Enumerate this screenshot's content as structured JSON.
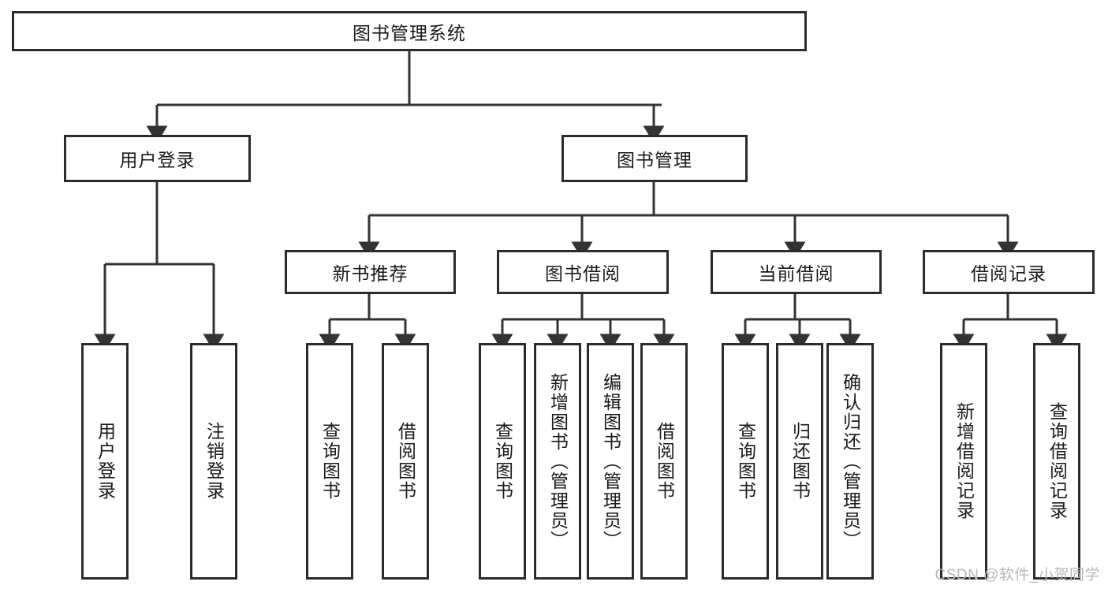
{
  "diagram": {
    "title": "图书管理系统",
    "type": "tree-hierarchy-diagram",
    "colors": {
      "box_border": "#2b2b2b",
      "box_fill": "#ffffff",
      "connector": "#333333",
      "background": "#ffffff",
      "watermark": "#b9b9b9"
    },
    "root": {
      "label": "图书管理系统"
    },
    "level2": [
      {
        "label": "用户登录"
      },
      {
        "label": "图书管理"
      }
    ],
    "level3": [
      {
        "label": "新书推荐"
      },
      {
        "label": "图书借阅"
      },
      {
        "label": "当前借阅"
      },
      {
        "label": "借阅记录"
      }
    ],
    "leaves": {
      "user_login": [
        {
          "label": "用户登录"
        },
        {
          "label": "注销登录"
        }
      ],
      "new_book_recommend": [
        {
          "label": "查询图书"
        },
        {
          "label": "借阅图书"
        }
      ],
      "book_borrow": [
        {
          "label": "查询图书"
        },
        {
          "label": "新增图书（管理员）"
        },
        {
          "label": "编辑图书（管理员）"
        },
        {
          "label": "借阅图书"
        }
      ],
      "current_borrow": [
        {
          "label": "查询图书"
        },
        {
          "label": "归还图书"
        },
        {
          "label": "确认归还（管理员）"
        }
      ],
      "borrow_record": [
        {
          "label": "新增借阅记录"
        },
        {
          "label": "查询借阅记录"
        }
      ]
    },
    "watermark": "CSDN @软件_小贺同学"
  }
}
